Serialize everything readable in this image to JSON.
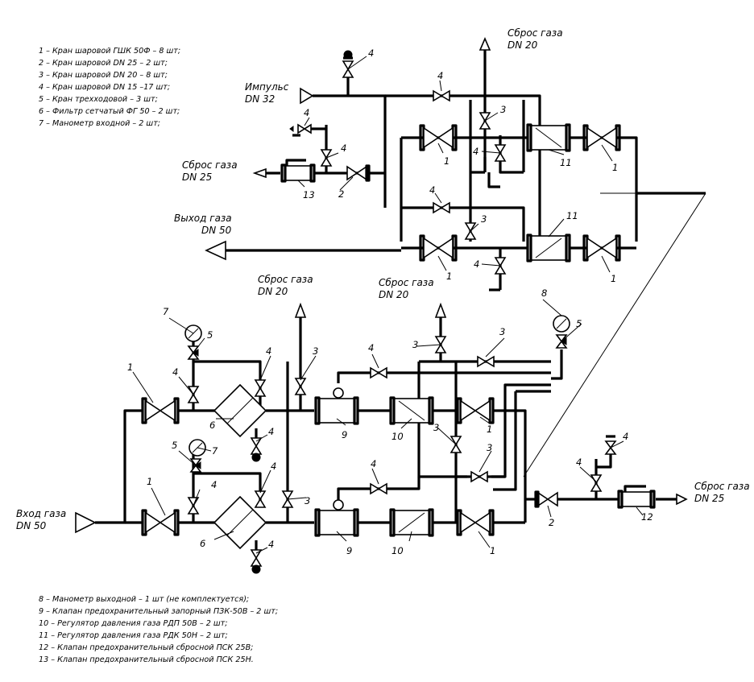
{
  "legend_top": [
    "1 – Кран шаровой ГШК 50Ф – 8 шт;",
    "2 – Кран шаровой DN 25 – 2 шт;",
    "3 – Кран шаровой DN 20 – 8 шт;",
    "4 – Кран шаровой DN 15 –17 шт;",
    "5 – Кран трехходовой – 3 шт;",
    "6 – Фильтр сетчатый ФГ 50 – 2 шт;",
    "7 – Манометр входной – 2 шт;"
  ],
  "legend_bottom": [
    "8 – Манометр выходной – 1 шт (не комплектуется);",
    "9 – Клапан предохранительный запорный ПЗК-50В – 2 шт;",
    "10 – Регулятор давления газа РДП 50В – 2 шт;",
    "11 – Регулятор давления газа РДК 50Н – 2 шт;",
    "12 – Клапан предохранительный сбросной ПСК 25В;",
    "13 – Клапан предохранительный сбросной ПСК 25Н."
  ],
  "labels": {
    "sbros_dn20_top": [
      "Сброс газа",
      "DN 20"
    ],
    "impuls": [
      "Импульс",
      "DN 32"
    ],
    "sbros_dn25_left": [
      "Сброс газа",
      "DN 25"
    ],
    "vyhod": [
      "Выход газа",
      "DN 50"
    ],
    "sbros_dn20_mid_left": [
      "Сброс газа",
      "DN 20"
    ],
    "sbros_dn20_mid_right": [
      "Сброс газа",
      "DN 20"
    ],
    "vhod": [
      "Вход газа",
      "DN 50"
    ],
    "sbros_dn25_right": [
      "Сброс газа",
      "DN 25"
    ]
  },
  "numbers": {
    "n1": "1",
    "n2": "2",
    "n3": "3",
    "n4": "4",
    "n5": "5",
    "n6": "6",
    "n7": "7",
    "n8": "8",
    "n9": "9",
    "n10": "10",
    "n11": "11",
    "n12": "12",
    "n13": "13"
  }
}
